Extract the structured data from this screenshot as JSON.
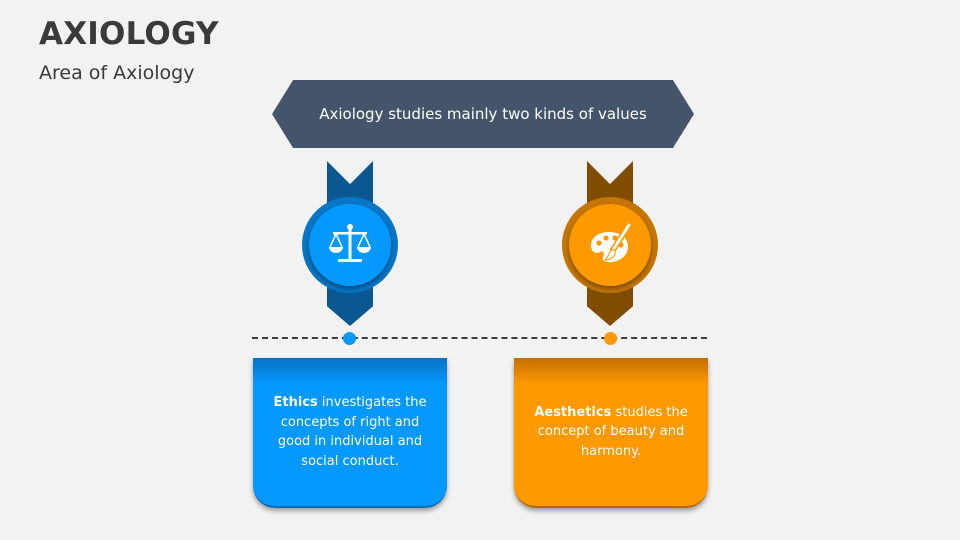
{
  "header": {
    "title": "AXIOLOGY",
    "subtitle": "Area of Axiology"
  },
  "banner": {
    "text": "Axiology studies mainly two kinds of values",
    "color": "#44546a"
  },
  "items": [
    {
      "icon": "scales-of-justice-icon",
      "term": "Ethics",
      "description": " investigates the concepts of right and good in individual and social conduct.",
      "color": "#0599ff",
      "dark_color": "#0b5792"
    },
    {
      "icon": "paint-palette-icon",
      "term": "Aesthetics",
      "description": " studies the concept of beauty and harmony.",
      "color": "#ff9900",
      "dark_color": "#7f4c00"
    }
  ]
}
